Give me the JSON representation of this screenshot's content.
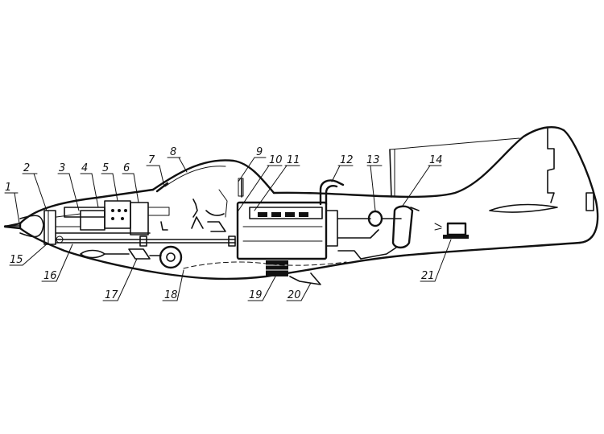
{
  "diagram": {
    "callouts": [
      {
        "id": "1",
        "text": "1"
      },
      {
        "id": "2",
        "text": "2"
      },
      {
        "id": "3",
        "text": "3"
      },
      {
        "id": "4",
        "text": "4"
      },
      {
        "id": "5",
        "text": "5"
      },
      {
        "id": "6",
        "text": "6"
      },
      {
        "id": "7",
        "text": "7"
      },
      {
        "id": "8",
        "text": "8"
      },
      {
        "id": "9",
        "text": "9"
      },
      {
        "id": "10",
        "text": "10"
      },
      {
        "id": "11",
        "text": "11"
      },
      {
        "id": "12",
        "text": "12"
      },
      {
        "id": "13",
        "text": "13"
      },
      {
        "id": "14",
        "text": "14"
      },
      {
        "id": "15",
        "text": "15"
      },
      {
        "id": "16",
        "text": "16"
      },
      {
        "id": "17",
        "text": "17"
      },
      {
        "id": "18",
        "text": "18"
      },
      {
        "id": "19",
        "text": "19"
      },
      {
        "id": "20",
        "text": "20"
      },
      {
        "id": "21",
        "text": "21"
      }
    ]
  }
}
